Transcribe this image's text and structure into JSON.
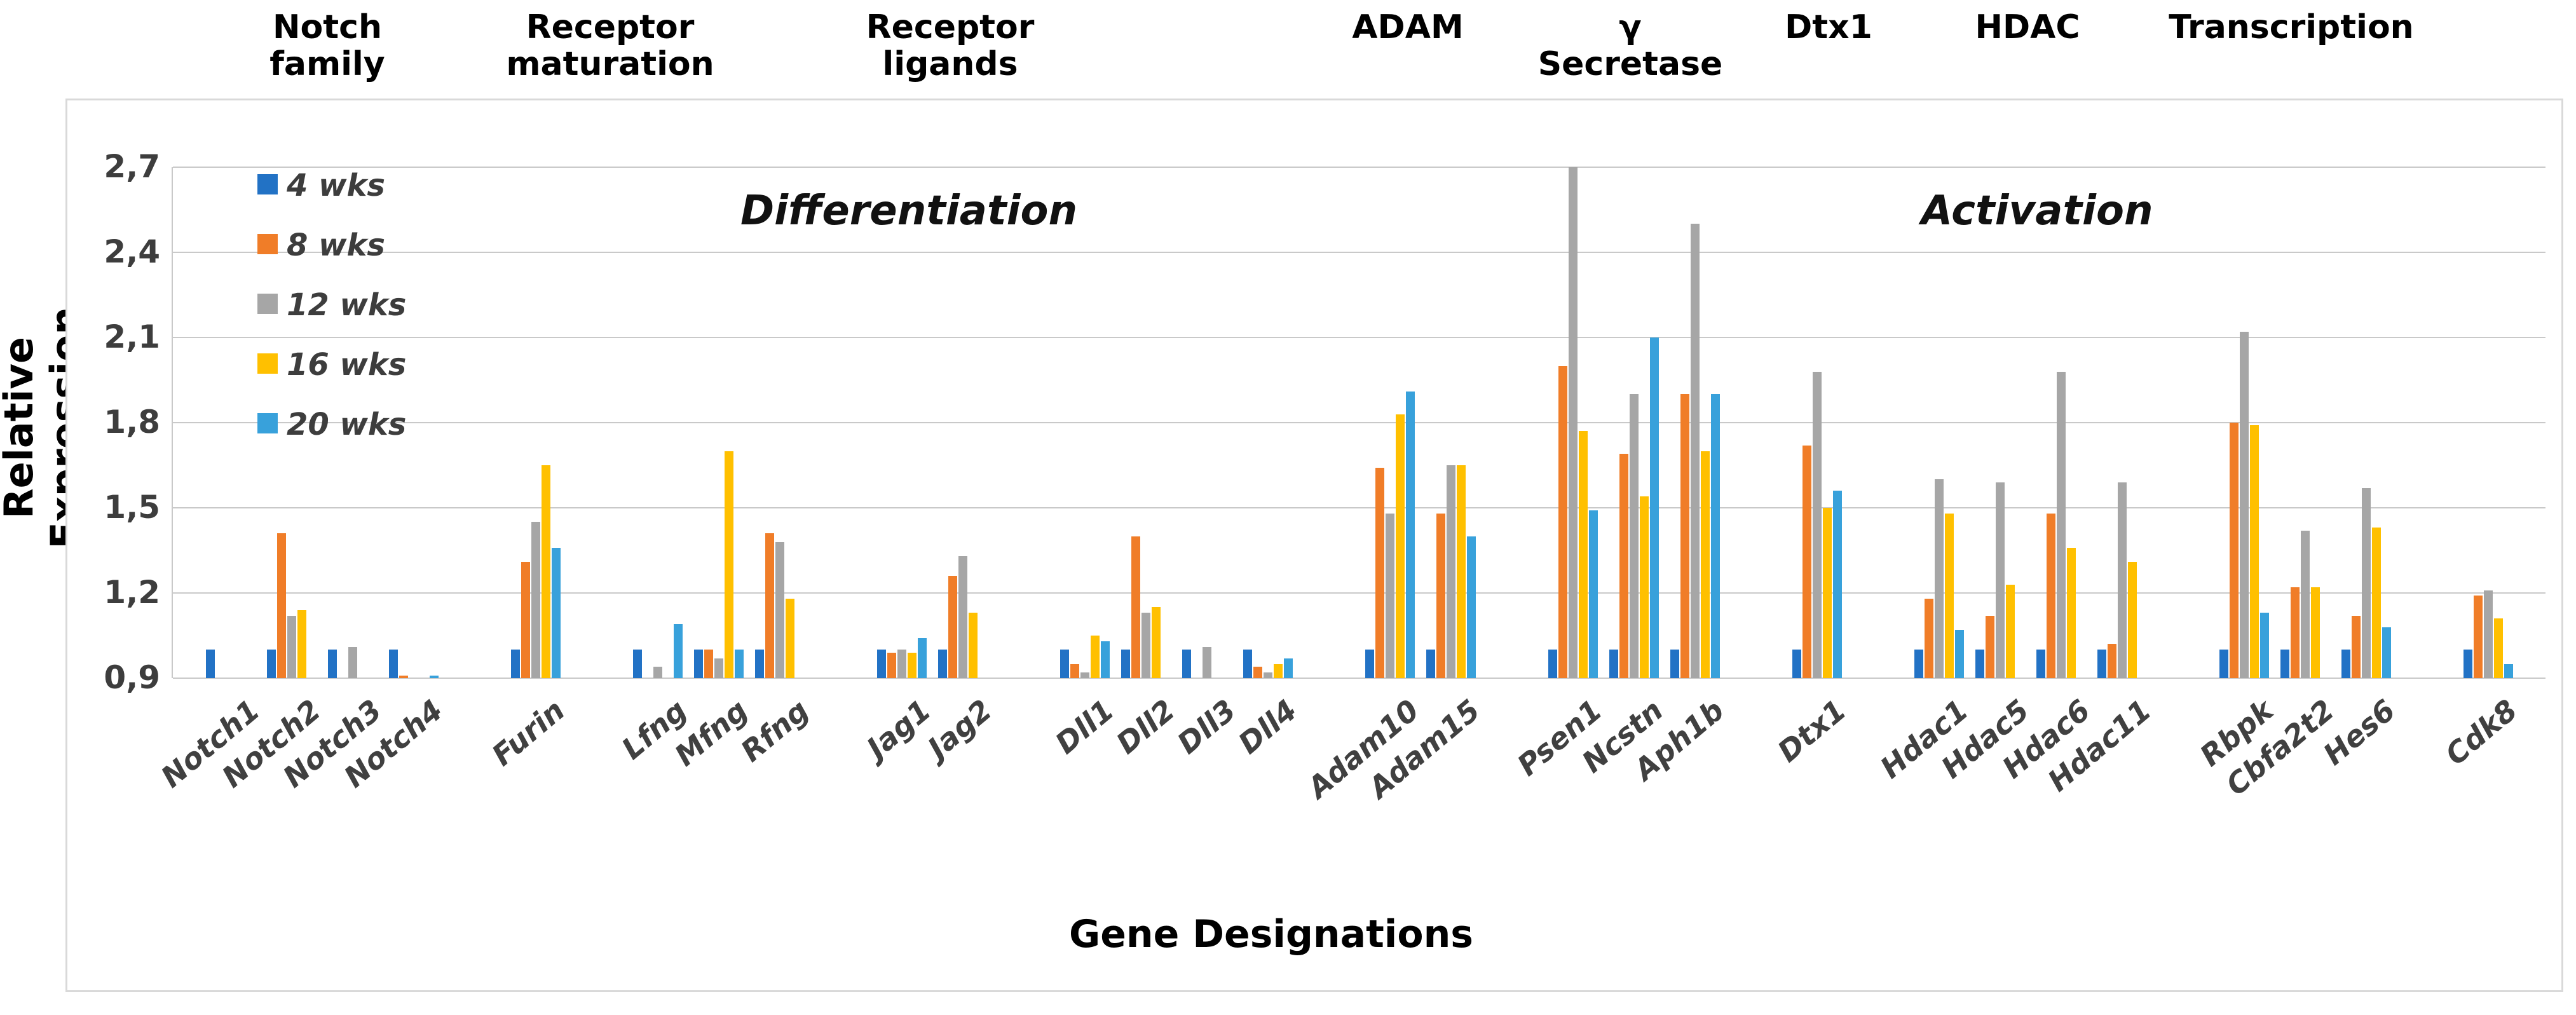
{
  "chart_data": {
    "type": "bar",
    "title": "",
    "xlabel": "Gene Designations",
    "ylabel": "Relative Expression",
    "ylim": [
      0.9,
      2.7
    ],
    "baseline": 0.9,
    "grid": true,
    "y_ticks": [
      "0,9",
      "1,2",
      "1,5",
      "1,8",
      "2,1",
      "2,4",
      "2,7"
    ],
    "y_tick_values": [
      0.9,
      1.2,
      1.5,
      1.8,
      2.1,
      2.4,
      2.7
    ],
    "legend_position": "top-left",
    "series": [
      {
        "name": "4 wks",
        "color": "#2272c5"
      },
      {
        "name": "8 wks",
        "color": "#f07d28"
      },
      {
        "name": "12 wks",
        "color": "#a6a6a6"
      },
      {
        "name": "16 wks",
        "color": "#ffc000"
      },
      {
        "name": "20 wks",
        "color": "#38a1db"
      }
    ],
    "annotations": [
      {
        "text": "Differentiation",
        "x": 1430,
        "y": 295
      },
      {
        "text": "Activation",
        "x": 3205,
        "y": 295
      }
    ],
    "category_headers": [
      {
        "text": "Notch family",
        "lines": [
          "Notch",
          "family"
        ],
        "x": 515
      },
      {
        "text": "Receptor maturation",
        "lines": [
          "Receptor",
          "maturation"
        ],
        "x": 960
      },
      {
        "text": "Receptor ligands",
        "lines": [
          "Receptor",
          "ligands"
        ],
        "x": 1495
      },
      {
        "text": "ADAM",
        "lines": [
          "ADAM"
        ],
        "x": 2215
      },
      {
        "text": "γ Secretase",
        "lines": [
          "γ",
          "Secretase"
        ],
        "x": 2565
      },
      {
        "text": "Dtx1",
        "lines": [
          "Dtx1"
        ],
        "x": 2877
      },
      {
        "text": "HDAC",
        "lines": [
          "HDAC"
        ],
        "x": 3190
      },
      {
        "text": "Transcription",
        "lines": [
          "Transcription"
        ],
        "x": 3605
      }
    ],
    "groups": [
      {
        "genes": [
          {
            "name": "Notch1",
            "values": [
              1.0,
              null,
              null,
              null,
              null
            ]
          },
          {
            "name": "Notch2",
            "values": [
              1.0,
              1.41,
              1.12,
              1.14,
              null
            ]
          },
          {
            "name": "Notch3",
            "values": [
              1.0,
              null,
              1.01,
              null,
              null
            ]
          },
          {
            "name": "Notch4",
            "values": [
              1.0,
              0.91,
              null,
              null,
              0.91
            ]
          }
        ]
      },
      {
        "genes": [
          {
            "name": "Furin",
            "values": [
              1.0,
              1.31,
              1.45,
              1.65,
              1.36
            ]
          }
        ]
      },
      {
        "genes": [
          {
            "name": "Lfng",
            "values": [
              1.0,
              null,
              0.94,
              null,
              1.09
            ]
          },
          {
            "name": "Mfng",
            "values": [
              1.0,
              1.0,
              0.97,
              1.7,
              1.0
            ]
          },
          {
            "name": "Rfng",
            "values": [
              1.0,
              1.41,
              1.38,
              1.18,
              null
            ]
          }
        ]
      },
      {
        "genes": [
          {
            "name": "Jag1",
            "values": [
              1.0,
              0.99,
              1.0,
              0.99,
              1.04
            ]
          },
          {
            "name": "Jag2",
            "values": [
              1.0,
              1.26,
              1.33,
              1.13,
              null
            ]
          }
        ]
      },
      {
        "genes": [
          {
            "name": "Dll1",
            "values": [
              1.0,
              0.95,
              0.92,
              1.05,
              1.03
            ]
          },
          {
            "name": "Dll2",
            "values": [
              1.0,
              1.4,
              1.13,
              1.15,
              null
            ]
          },
          {
            "name": "Dll3",
            "values": [
              1.0,
              null,
              1.01,
              null,
              null
            ]
          },
          {
            "name": "Dll4",
            "values": [
              1.0,
              0.94,
              0.92,
              0.95,
              0.97
            ]
          }
        ]
      },
      {
        "genes": [
          {
            "name": "Adam10",
            "values": [
              1.0,
              1.64,
              1.48,
              1.83,
              1.91
            ]
          },
          {
            "name": "Adam15",
            "values": [
              1.0,
              1.48,
              1.65,
              1.65,
              1.4
            ]
          }
        ]
      },
      {
        "genes": [
          {
            "name": "Psen1",
            "values": [
              1.0,
              2.0,
              2.7,
              1.77,
              1.49
            ]
          },
          {
            "name": "Ncstn",
            "values": [
              1.0,
              1.69,
              1.9,
              1.54,
              2.1
            ]
          },
          {
            "name": "Aph1b",
            "values": [
              1.0,
              1.9,
              2.5,
              1.7,
              1.9
            ]
          }
        ]
      },
      {
        "genes": [
          {
            "name": "Dtx1",
            "values": [
              1.0,
              1.72,
              1.98,
              1.5,
              1.56
            ]
          }
        ]
      },
      {
        "genes": [
          {
            "name": "Hdac1",
            "values": [
              1.0,
              1.18,
              1.6,
              1.48,
              1.07
            ]
          },
          {
            "name": "Hdac5",
            "values": [
              1.0,
              1.12,
              1.59,
              1.23,
              null
            ]
          },
          {
            "name": "Hdac6",
            "values": [
              1.0,
              1.48,
              1.98,
              1.36,
              null
            ]
          },
          {
            "name": "Hdac11",
            "values": [
              1.0,
              1.02,
              1.59,
              1.31,
              null
            ]
          }
        ]
      },
      {
        "genes": [
          {
            "name": "Rbpk",
            "values": [
              1.0,
              1.8,
              2.12,
              1.79,
              1.13
            ]
          },
          {
            "name": "Cbfa2t2",
            "values": [
              1.0,
              1.22,
              1.42,
              1.22,
              null
            ]
          },
          {
            "name": "Hes6",
            "values": [
              1.0,
              1.12,
              1.57,
              1.43,
              1.08
            ]
          }
        ]
      },
      {
        "genes": [
          {
            "name": "Cdk8",
            "values": [
              1.0,
              1.19,
              1.21,
              1.11,
              0.95
            ]
          }
        ]
      }
    ]
  }
}
